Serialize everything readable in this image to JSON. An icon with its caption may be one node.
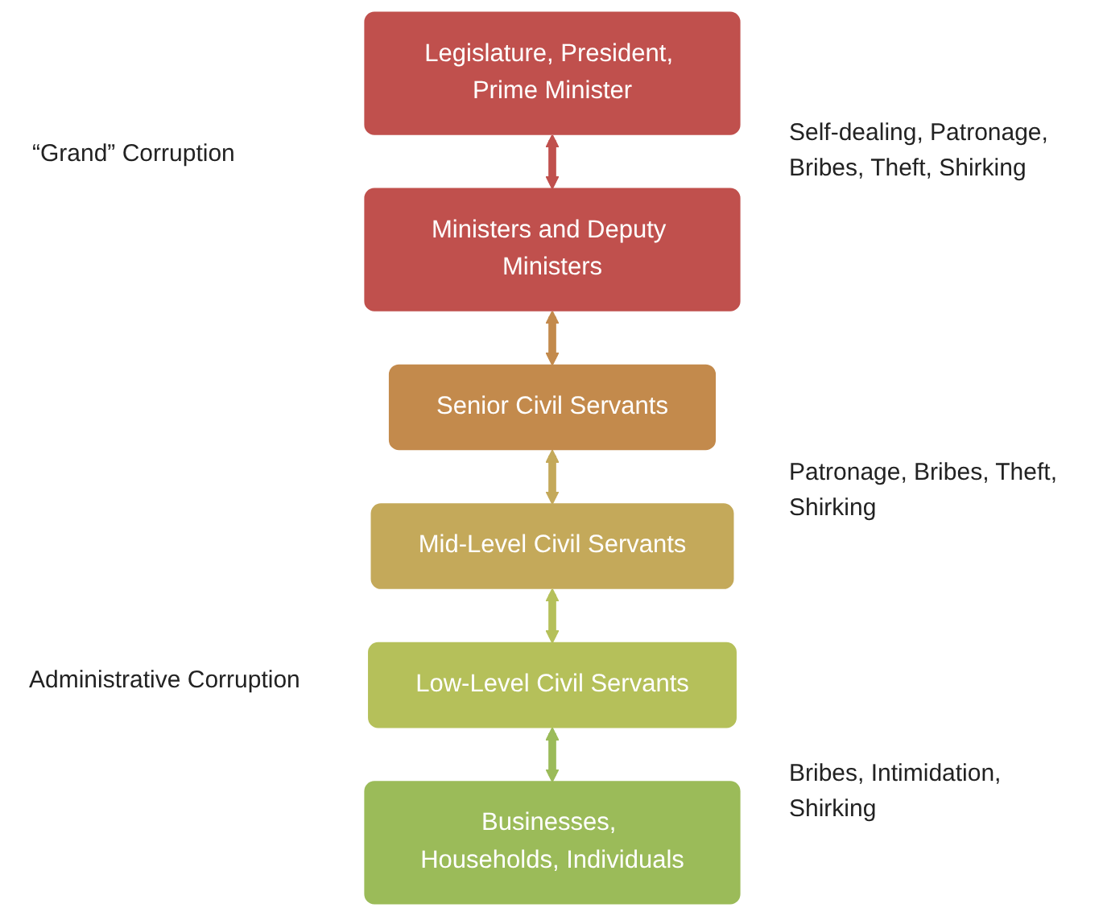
{
  "diagram": {
    "nodes": [
      {
        "text": [
          "Legislature, President, Prime Minister"
        ]
      },
      {
        "text": [
          "Ministers and Deputy Ministers"
        ]
      },
      {
        "text": [
          "Senior Civil Servants"
        ]
      },
      {
        "text": [
          "Mid-Level Civil Servants"
        ]
      },
      {
        "text": [
          "Low-Level Civil Servants"
        ]
      },
      {
        "text": [
          "Businesses, Households, Individuals"
        ]
      }
    ],
    "edges": [
      {
        "from": 0,
        "to": 1,
        "arrow": "both",
        "color": "#c0504d"
      },
      {
        "from": 1,
        "to": 2,
        "arrow": "both",
        "color": "#c38a4c"
      },
      {
        "from": 2,
        "to": 3,
        "arrow": "both",
        "color": "#c4a95a"
      },
      {
        "from": 3,
        "to": 4,
        "arrow": "both",
        "color": "#b5c05a"
      },
      {
        "from": 4,
        "to": 5,
        "arrow": "both",
        "color": "#9bbb59"
      }
    ],
    "labels": [
      "“Grand” Corruption",
      "Self-dealing, Patronage, Bribes, Theft, Shirking",
      "Patronage, Bribes, Theft, Shirking",
      "Administrative Corruption",
      "Bribes, Intimidation, Shirking"
    ]
  }
}
